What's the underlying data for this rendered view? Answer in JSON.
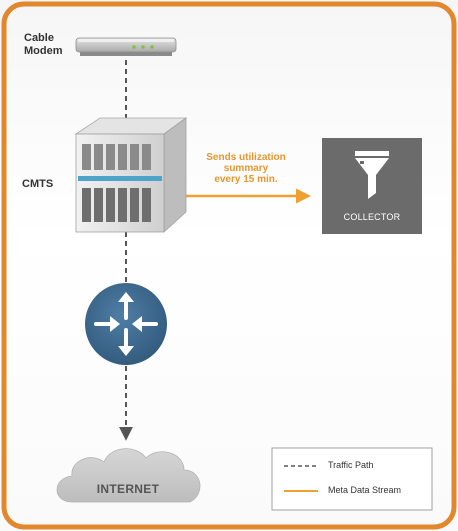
{
  "diagram": {
    "nodes": {
      "cable_modem": {
        "label_line1": "Cable",
        "label_line2": "Modem"
      },
      "cmts": {
        "label": "CMTS"
      },
      "router": {
        "icon": "router-icon"
      },
      "collector": {
        "label": "COLLECTOR",
        "icon": "funnel-icon"
      },
      "internet": {
        "label": "INTERNET",
        "icon": "cloud-icon"
      }
    },
    "edges": [
      {
        "from": "cable_modem",
        "to": "cmts",
        "style": "dashed"
      },
      {
        "from": "cmts",
        "to": "router",
        "style": "dashed"
      },
      {
        "from": "router",
        "to": "internet",
        "style": "dashed"
      },
      {
        "from": "cmts",
        "to": "collector",
        "style": "solid"
      }
    ],
    "edge_label": {
      "line1": "Sends utilization",
      "line2": "summary",
      "line3": "every 15 min."
    },
    "legend": {
      "traffic_path": "Traffic Path",
      "meta_data_stream": "Meta Data Stream"
    },
    "colors": {
      "frame": "#e2872b",
      "meta_stream": "#f0a030",
      "router_fill": "#3e6a8f",
      "collector_fill": "#6b6b6b",
      "cloud_fill": "#c9c9c9",
      "cmts_accent": "#4ea3c8"
    }
  }
}
